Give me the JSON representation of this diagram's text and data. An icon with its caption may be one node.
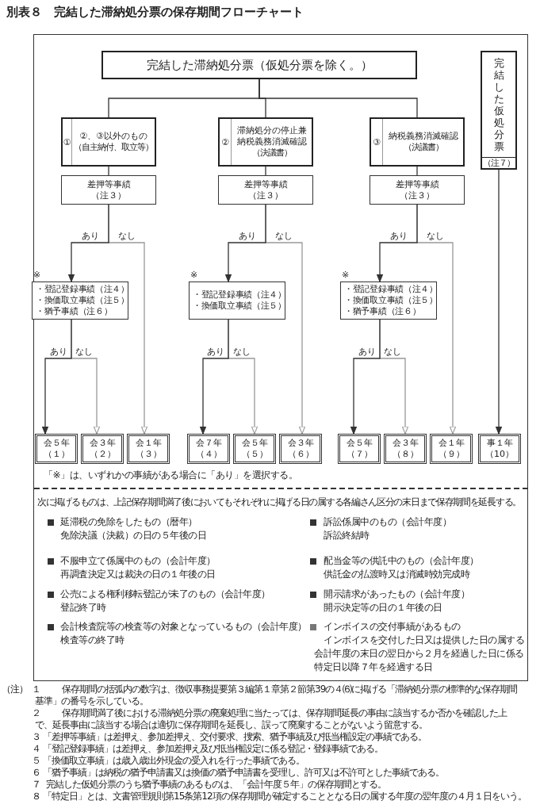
{
  "diagram": {
    "title": "別表８　完結した滞納処分票の保存期間フローチャート",
    "nodes": [
      {
        "text": [
          "完結した滞納処分票（仮処分票を除く。）"
        ]
      },
      {
        "text": [
          "完結した仮処分票",
          "（注７）"
        ]
      },
      {
        "text": [
          "①",
          "②、③以外のもの",
          "（自主納付、取立等）"
        ]
      },
      {
        "text": [
          "②",
          "滞納処分の停止兼納税義務消滅確認",
          "（決議書）"
        ]
      },
      {
        "text": [
          "③",
          "納税義務消滅確認",
          "（決議書）"
        ]
      },
      {
        "text": [
          "差押等事績",
          "（注３）"
        ]
      },
      {
        "text": [
          "差押等事績",
          "（注３）"
        ]
      },
      {
        "text": [
          "差押等事績",
          "（注３）"
        ]
      },
      {
        "text": [
          "・登記登録事績（注４）",
          "・換価取立事績（注５）",
          "・猶予事績（注６）"
        ],
        "beside": [
          "※"
        ]
      },
      {
        "text": [
          "・登記登録事績（注４）",
          "・換価取立事績（注５）"
        ],
        "beside": [
          "※"
        ]
      },
      {
        "text": [
          "・登記登録事績（注４）",
          "・換価取立事績（注５）",
          "・猶予事績（注６）"
        ],
        "beside": [
          "※"
        ]
      },
      {
        "text": [
          "会５年",
          "（１）"
        ]
      },
      {
        "text": [
          "会３年",
          "（２）"
        ]
      },
      {
        "text": [
          "会１年",
          "（３）"
        ]
      },
      {
        "text": [
          "会７年",
          "（４）"
        ]
      },
      {
        "text": [
          "会５年",
          "（５）"
        ]
      },
      {
        "text": [
          "会３年",
          "（６）"
        ]
      },
      {
        "text": [
          "会５年",
          "（７）"
        ]
      },
      {
        "text": [
          "会３年",
          "（８）"
        ]
      },
      {
        "text": [
          "会１年",
          "（９）"
        ]
      },
      {
        "text": [
          "事１年",
          "（10）"
        ]
      }
    ],
    "edges": [
      {
        "from": 0,
        "to": 2,
        "arrow": "none"
      },
      {
        "from": 0,
        "to": 3,
        "arrow": "none"
      },
      {
        "from": 0,
        "to": 4,
        "arrow": "none"
      },
      {
        "from": 2,
        "to": 5,
        "arrow": "none"
      },
      {
        "from": 3,
        "to": 6,
        "arrow": "none"
      },
      {
        "from": 4,
        "to": 7,
        "arrow": "none"
      },
      {
        "from": 5,
        "to": 8,
        "arrow": "to",
        "label": "あり"
      },
      {
        "from": 5,
        "to": 13,
        "arrow": "to",
        "label": "なし",
        "color": "#999999"
      },
      {
        "from": 8,
        "to": 11,
        "arrow": "to",
        "label": "あり"
      },
      {
        "from": 8,
        "to": 12,
        "arrow": "to",
        "label": "なし",
        "color": "#999999"
      },
      {
        "from": 6,
        "to": 9,
        "arrow": "to",
        "label": "あり"
      },
      {
        "from": 6,
        "to": 16,
        "arrow": "to",
        "label": "なし",
        "color": "#999999"
      },
      {
        "from": 9,
        "to": 14,
        "arrow": "to",
        "label": "あり"
      },
      {
        "from": 9,
        "to": 15,
        "arrow": "to",
        "label": "なし",
        "color": "#999999"
      },
      {
        "from": 7,
        "to": 10,
        "arrow": "to",
        "label": "あり"
      },
      {
        "from": 7,
        "to": 19,
        "arrow": "to",
        "label": "なし",
        "color": "#999999"
      },
      {
        "from": 10,
        "to": 17,
        "arrow": "to",
        "label": "あり"
      },
      {
        "from": 10,
        "to": 18,
        "arrow": "to",
        "label": "なし",
        "color": "#999999"
      },
      {
        "from": 1,
        "to": 20,
        "arrow": "to"
      }
    ],
    "labels": [
      "「※」は、いずれかの事績がある場合に「あり」を選択する。",
      "次に掲げるものは、上記保存期間満了後においてもそれぞれに掲げる日の属する各編さん区分の末日まで保存期間を延長する。",
      "延滞税の免除をしたもの（暦年）",
      "免除決議（決裁）の日の５年後の日",
      "不服申立て係属中のもの（会計年度）",
      "再調査決定又は裁決の日の１年後の日",
      "公売による権利移転登記が未了のもの（会計年度）",
      "登記終了時",
      "会計検査院等の検査等の対象となっているもの（会計年度）",
      "検査等の終了時",
      "訴訟係属中のもの（会計年度）",
      "訴訟終結時",
      "配当金等の供託中のもの（会計年度）",
      "供託金の払渡時又は消滅時効完成時",
      "開示請求があったもの（会計年度）",
      "開示決定等の日の１年後の日",
      "インボイスの交付事績があるもの",
      "インボイスを交付した日又は提供した日の属する会計年度の末日の翌日から２月を経過した日に係る特定日以降７年を経過する日",
      "（注）",
      "１",
      "保存期間の括弧内の数字は、徴収事務提要第３編第１章第２節第39の４⑹に掲げる「滞納処分票の標準的な保存期間基準」の番号を示している。",
      "２",
      "保存期間満了後における滞納処分票の廃棄処理に当たっては、保存期間延長の事由に該当するか否かを確認した上で、延長事由に該当する場合は適切に保存期間を延長し、誤って廃棄することがないよう留意する。",
      "３",
      "「差押等事績」は差押え、参加差押え、交付要求、捜索、猶予事績及び抵当権設定の事績である。",
      "４",
      "「登記登録事績」は差押え、参加差押え及び抵当権設定に係る登記・登録事績である。",
      "５",
      "「換価取立事績」は歳入歳出外現金の受入れを行った事績である。",
      "６",
      "「猶予事績」は納税の猶予申請書又は換価の猶予申請書を受理し、許可又は不許可とした事績である。",
      "７",
      "完結した仮処分票のうち猶予事績のあるものは、「会計年度５年」の保存期間とする。",
      "８",
      "「特定日」とは、文書管理規則第15条第12項の保存期間が確定することとなる日の属する年度の翌年度の４月１日をいう。"
    ]
  }
}
